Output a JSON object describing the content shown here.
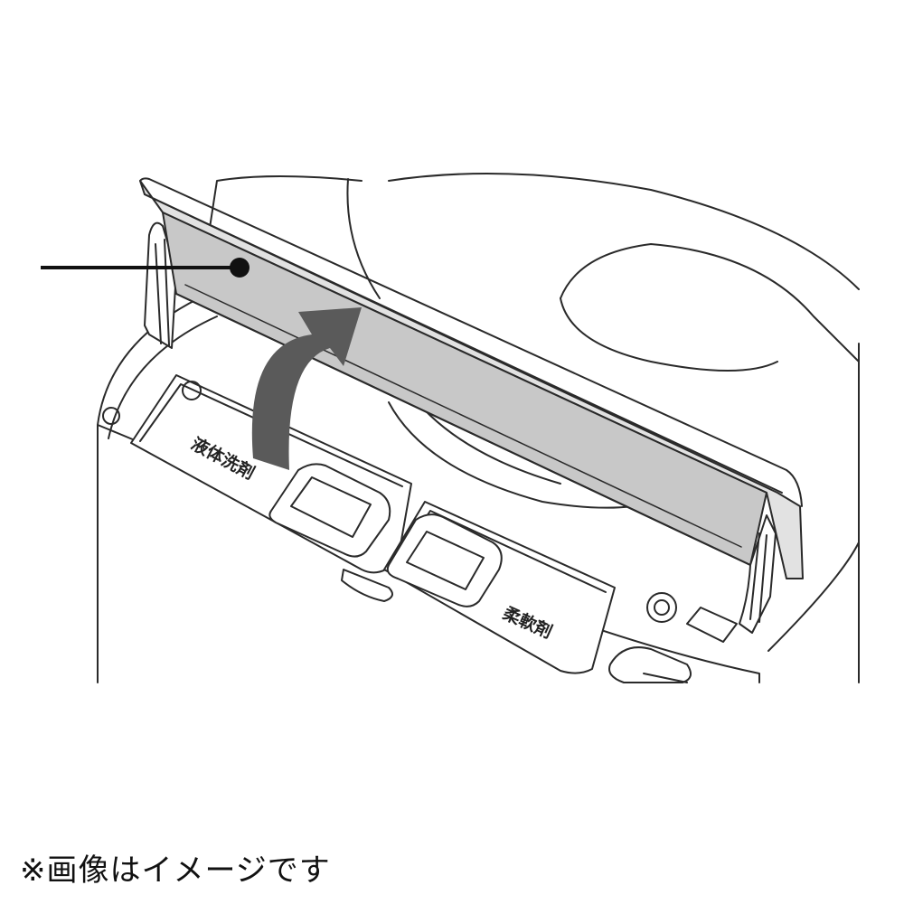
{
  "labels": {
    "liquid_detergent": "液体洗剤",
    "softener": "柔軟剤"
  },
  "caption": "※画像はイメージです",
  "colors": {
    "lid_fill": "#c8c8c8",
    "arrow_fill": "#5a5a5a",
    "line": "#2a2a2a"
  }
}
